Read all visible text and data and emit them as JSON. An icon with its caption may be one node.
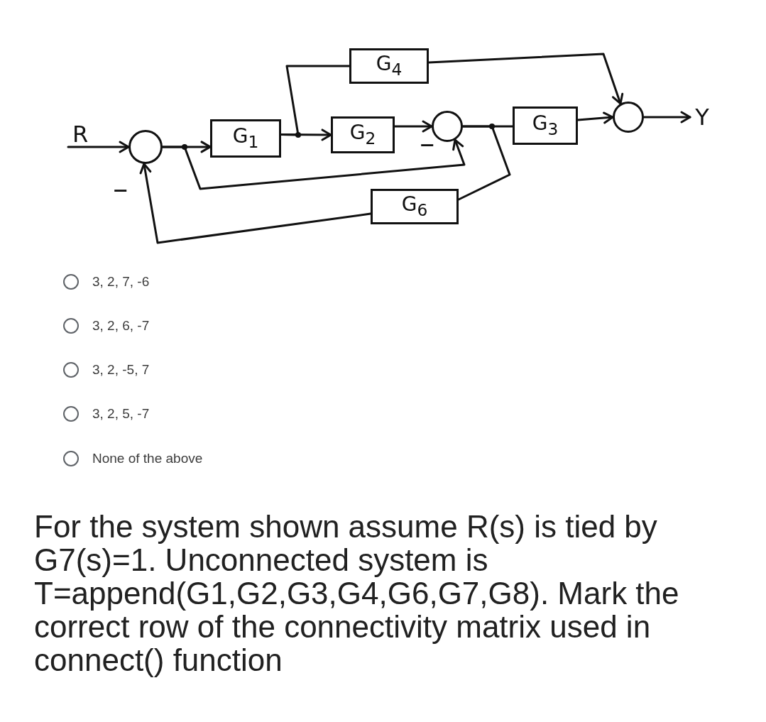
{
  "diagram": {
    "nodes": [
      {
        "text": [
          "R"
        ]
      },
      {
        "text": [],
        "shape": "circle"
      },
      {
        "text": [
          "G$_{1}$"
        ]
      },
      {
        "text": [
          "G$_{4}$"
        ]
      },
      {
        "text": [
          "G$_{2}$"
        ]
      },
      {
        "text": [],
        "shape": "circle"
      },
      {
        "text": [
          "G$_{3}$"
        ]
      },
      {
        "text": [],
        "shape": "circle"
      },
      {
        "text": [
          "Y"
        ]
      },
      {
        "text": [
          "G$_{6}$"
        ]
      }
    ],
    "edges": [
      {
        "from": 0,
        "to": 1,
        "arrow": "to"
      },
      {
        "from": 1,
        "to": 2,
        "arrow": "to"
      },
      {
        "from": 1,
        "to": 5,
        "arrow": "to"
      },
      {
        "from": 2,
        "to": 4,
        "arrow": "to"
      },
      {
        "from": 2,
        "to": 3,
        "arrow": "none"
      },
      {
        "from": 4,
        "to": 5,
        "arrow": "to"
      },
      {
        "from": 5,
        "to": 6,
        "arrow": "none"
      },
      {
        "from": 5,
        "to": 9,
        "arrow": "none"
      },
      {
        "from": 9,
        "to": 1,
        "arrow": "to"
      },
      {
        "from": 3,
        "to": 7,
        "arrow": "to"
      },
      {
        "from": 6,
        "to": 7,
        "arrow": "to"
      },
      {
        "from": 7,
        "to": 8,
        "arrow": "to"
      }
    ],
    "labels": [
      "-",
      "-",
      "3, 2, 7, -6",
      "3, 2, 6, -7",
      "3, 2, -5, 7",
      "3, 2, 5, -7",
      "None of the above",
      "For the system shown assume R(s) is tied by G7(s)=1. Unconnected system is T=append(G1,G2,G3,G4,G6,G7,G8). Mark the correct row of the connectivity matrix used in connect() function"
    ]
  }
}
